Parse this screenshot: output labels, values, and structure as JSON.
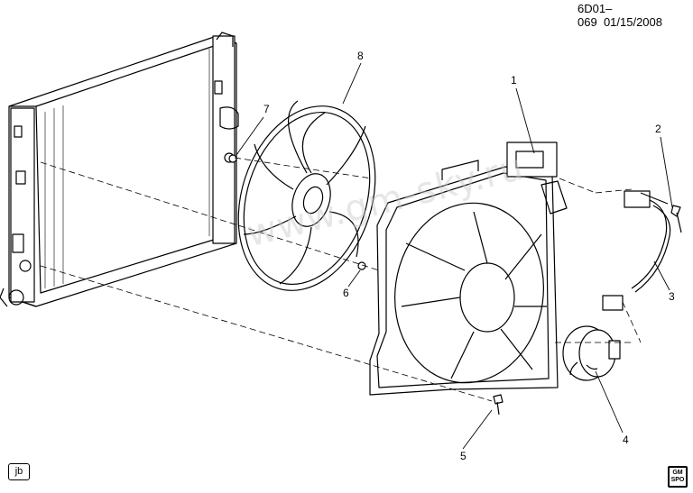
{
  "header": {
    "drawing_id": "6D01–069",
    "date": "01/15/2008"
  },
  "callouts": {
    "c1": "1",
    "c2": "2",
    "c3": "3",
    "c4": "4",
    "c5": "5",
    "c6": "6",
    "c7": "7",
    "c8": "8"
  },
  "footer": {
    "artist_tag": "jb",
    "logo_text": "GM SPO"
  },
  "watermark": "www.gm-sky.ru",
  "colors": {
    "line": "#000000",
    "watermark": "#c8c8c8"
  }
}
